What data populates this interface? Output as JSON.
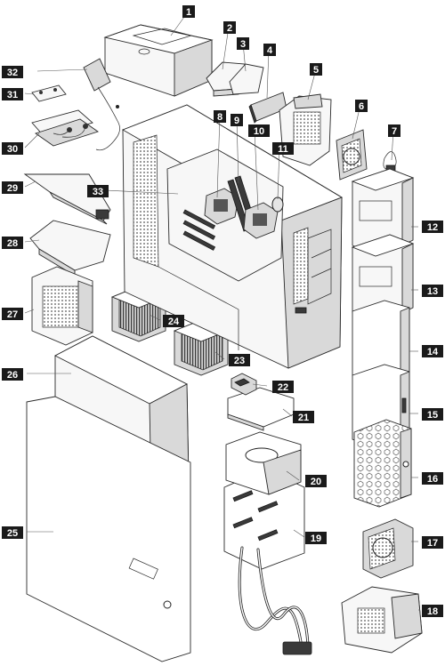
{
  "diagram": {
    "callouts": [
      {
        "label": "1"
      },
      {
        "label": "2"
      },
      {
        "label": "3"
      },
      {
        "label": "4"
      },
      {
        "label": "5"
      },
      {
        "label": "6"
      },
      {
        "label": "7"
      },
      {
        "label": "8"
      },
      {
        "label": "9"
      },
      {
        "label": "10"
      },
      {
        "label": "11"
      },
      {
        "label": "12"
      },
      {
        "label": "13"
      },
      {
        "label": "14"
      },
      {
        "label": "15"
      },
      {
        "label": "16"
      },
      {
        "label": "17"
      },
      {
        "label": "18"
      },
      {
        "label": "19"
      },
      {
        "label": "20"
      },
      {
        "label": "21"
      },
      {
        "label": "22"
      },
      {
        "label": "23"
      },
      {
        "label": "24"
      },
      {
        "label": "25"
      },
      {
        "label": "26"
      },
      {
        "label": "27"
      },
      {
        "label": "28"
      },
      {
        "label": "29"
      },
      {
        "label": "30"
      },
      {
        "label": "31"
      },
      {
        "label": "32"
      },
      {
        "label": "33"
      }
    ]
  }
}
